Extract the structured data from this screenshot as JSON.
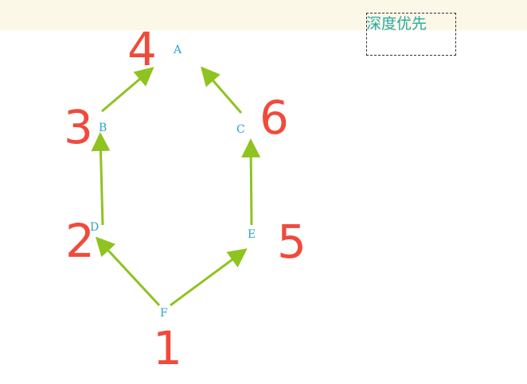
{
  "title": "深度优先",
  "colors": {
    "edge": "#8fc31f",
    "node_label": "#2aa7c0",
    "order_number": "#f04a3c",
    "title_text": "#2aa7a7",
    "top_band": "#fcf8e8"
  },
  "nodes": [
    {
      "id": "A",
      "label": "A",
      "order": ""
    },
    {
      "id": "B",
      "label": "B",
      "order": "3"
    },
    {
      "id": "C",
      "label": "C",
      "order": "6"
    },
    {
      "id": "D",
      "label": "D",
      "order": "2"
    },
    {
      "id": "E",
      "label": "E",
      "order": "5"
    },
    {
      "id": "F",
      "label": "F",
      "order": "1"
    }
  ],
  "extra_order_marks": [
    "4"
  ],
  "edges": [
    {
      "from": "F",
      "to": "D"
    },
    {
      "from": "F",
      "to": "E"
    },
    {
      "from": "D",
      "to": "B"
    },
    {
      "from": "E",
      "to": "C"
    },
    {
      "from": "B",
      "to": "A"
    },
    {
      "from": "C",
      "to": "A"
    }
  ]
}
